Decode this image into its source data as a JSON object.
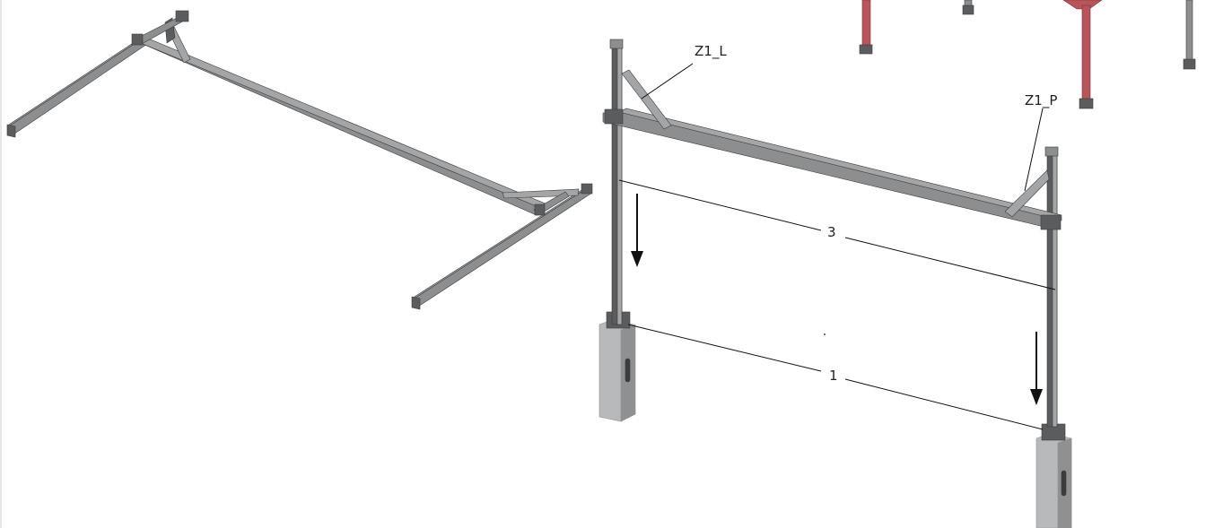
{
  "labels": {
    "z1_l": "Z1_L",
    "z1_p": "Z1_P",
    "step_3": "3",
    "step_1": "1"
  },
  "colors": {
    "steel_light": "#a3a5a7",
    "steel_mid": "#8c8e90",
    "steel_dark": "#5a5c5e",
    "steel_edge": "#3a3c3e",
    "concrete": "#b7b9bb",
    "concrete_dark": "#8e9092",
    "painted_red": "#b8555a",
    "painted_red_dark": "#7a3336",
    "arrow": "#111111"
  }
}
